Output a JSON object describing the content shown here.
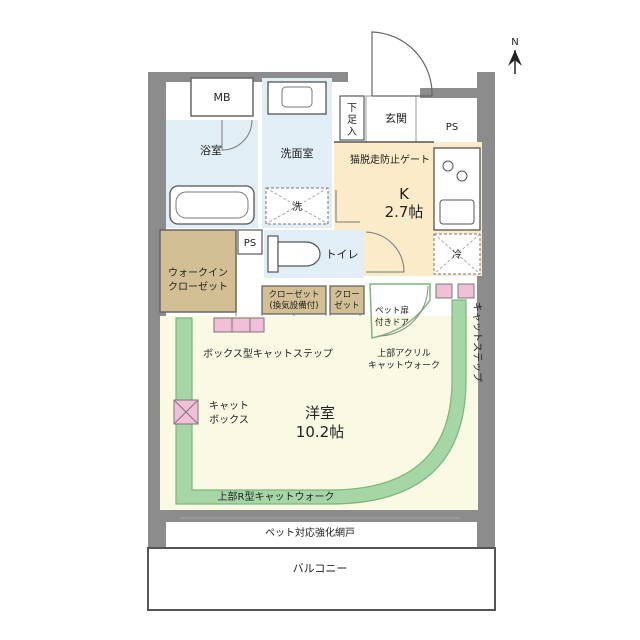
{
  "compass": {
    "label": "N"
  },
  "rooms": {
    "mb": "MB",
    "bath": "浴室",
    "washroom": "洗面室",
    "wash_mark": "洗",
    "shoe_line1": "下",
    "shoe_line2": "足",
    "shoe_line3": "入",
    "entrance": "玄関",
    "ps_top": "PS",
    "cat_gate": "猫脱走防止ゲート",
    "kitchen_name": "K",
    "kitchen_size": "2.7帖",
    "fridge_mark": "冷",
    "ps_mid": "PS",
    "toilet": "トイレ",
    "wic_line1": "ウォークイン",
    "wic_line2": "クローゼット",
    "closet1_line1": "クローゼット",
    "closet1_line2": "(換気設備付)",
    "closet2_line1": "クロー",
    "closet2_line2": "ゼット",
    "pet_door_line1": "ペット扉",
    "pet_door_line2": "付きドア",
    "acrylic_line1": "上部アクリル",
    "acrylic_line2": "キャットウォーク",
    "box_step": "ボックス型キャットステップ",
    "cat_step": "キャットステップ",
    "cat_box_line1": "キャット",
    "cat_box_line2": "ボックス",
    "western_name": "洋室",
    "western_size": "10.2帖",
    "r_walk": "上部R型キャットウォーク",
    "screen": "ペット対応強化網戸",
    "balcony": "バルコニー"
  }
}
